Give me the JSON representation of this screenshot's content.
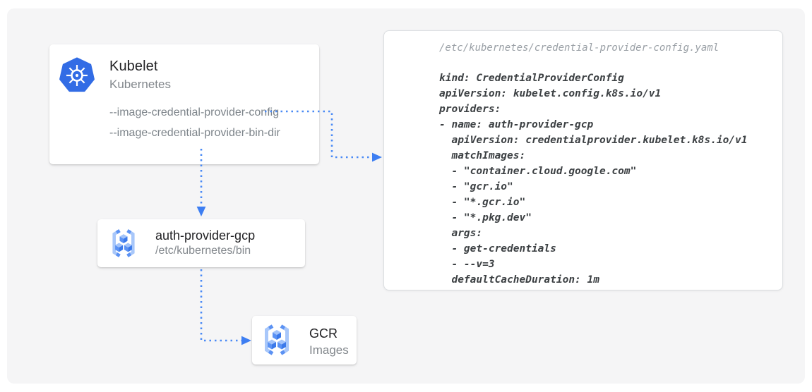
{
  "kubelet_card": {
    "title": "Kubelet",
    "subtitle": "Kubernetes",
    "flags": [
      "--image-credential-provider-config",
      "--image-credential-provider-bin-dir"
    ]
  },
  "provider_card": {
    "title": "auth-provider-gcp",
    "subtitle": "/etc/kubernetes/bin"
  },
  "gcr_card": {
    "title": "GCR",
    "subtitle": "Images"
  },
  "config_panel": {
    "path": "/etc/kubernetes/credential-provider-config.yaml",
    "lines": [
      "kind: CredentialProviderConfig",
      "apiVersion: kubelet.config.k8s.io/v1",
      "providers:",
      "- name: auth-provider-gcp",
      "  apiVersion: credentialprovider.kubelet.k8s.io/v1",
      "  matchImages:",
      "  - \"container.cloud.google.com\"",
      "  - \"gcr.io\"",
      "  - \"*.gcr.io\"",
      "  - \"*.pkg.dev\"",
      "  args:",
      "  - get-credentials",
      "  - --v=3",
      "  defaultCacheDuration: 1m"
    ]
  },
  "icons": {
    "kubernetes": "kubernetes-helm-icon",
    "registry": "gcr-registry-icon"
  },
  "colors": {
    "arrow_blue": "#4285f4",
    "kubernetes_blue": "#326ce5",
    "bracket_light_blue": "#a8c7fa",
    "cube_blue": "#4285f4",
    "canvas_gray": "#f5f5f6"
  }
}
